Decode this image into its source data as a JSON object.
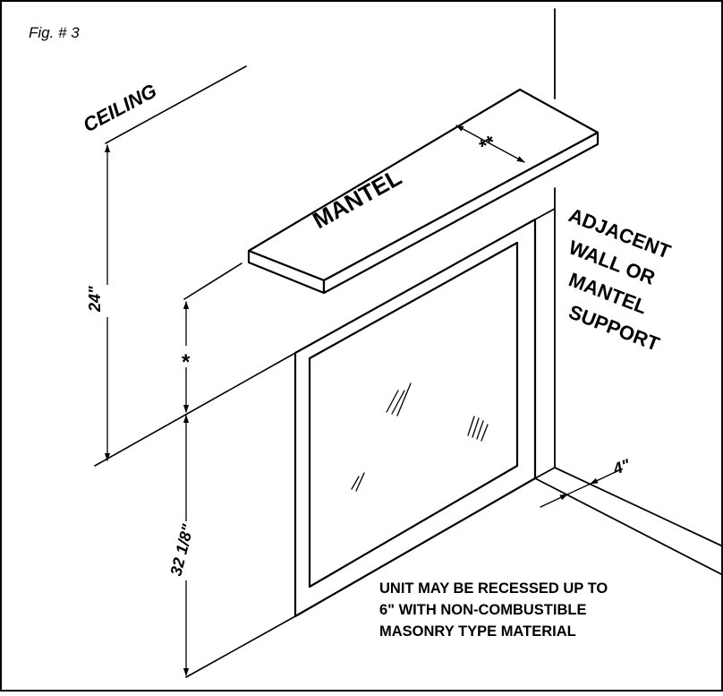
{
  "figure": {
    "caption": "Fig. # 3",
    "labels": {
      "ceiling": "CEILING",
      "mantel": "MANTEL",
      "adjacent": [
        "ADJACENT",
        "WALL OR",
        "MANTEL",
        "SUPPORT"
      ],
      "dim_24": "24\"",
      "dim_32": "32 1/8\"",
      "dim_4": "4\"",
      "star_single": "*",
      "star_double": "**"
    },
    "note": [
      "UNIT MAY BE RECESSED UP TO",
      "6\" WITH NON-COMBUSTIBLE",
      "MASONRY TYPE MATERIAL"
    ]
  }
}
